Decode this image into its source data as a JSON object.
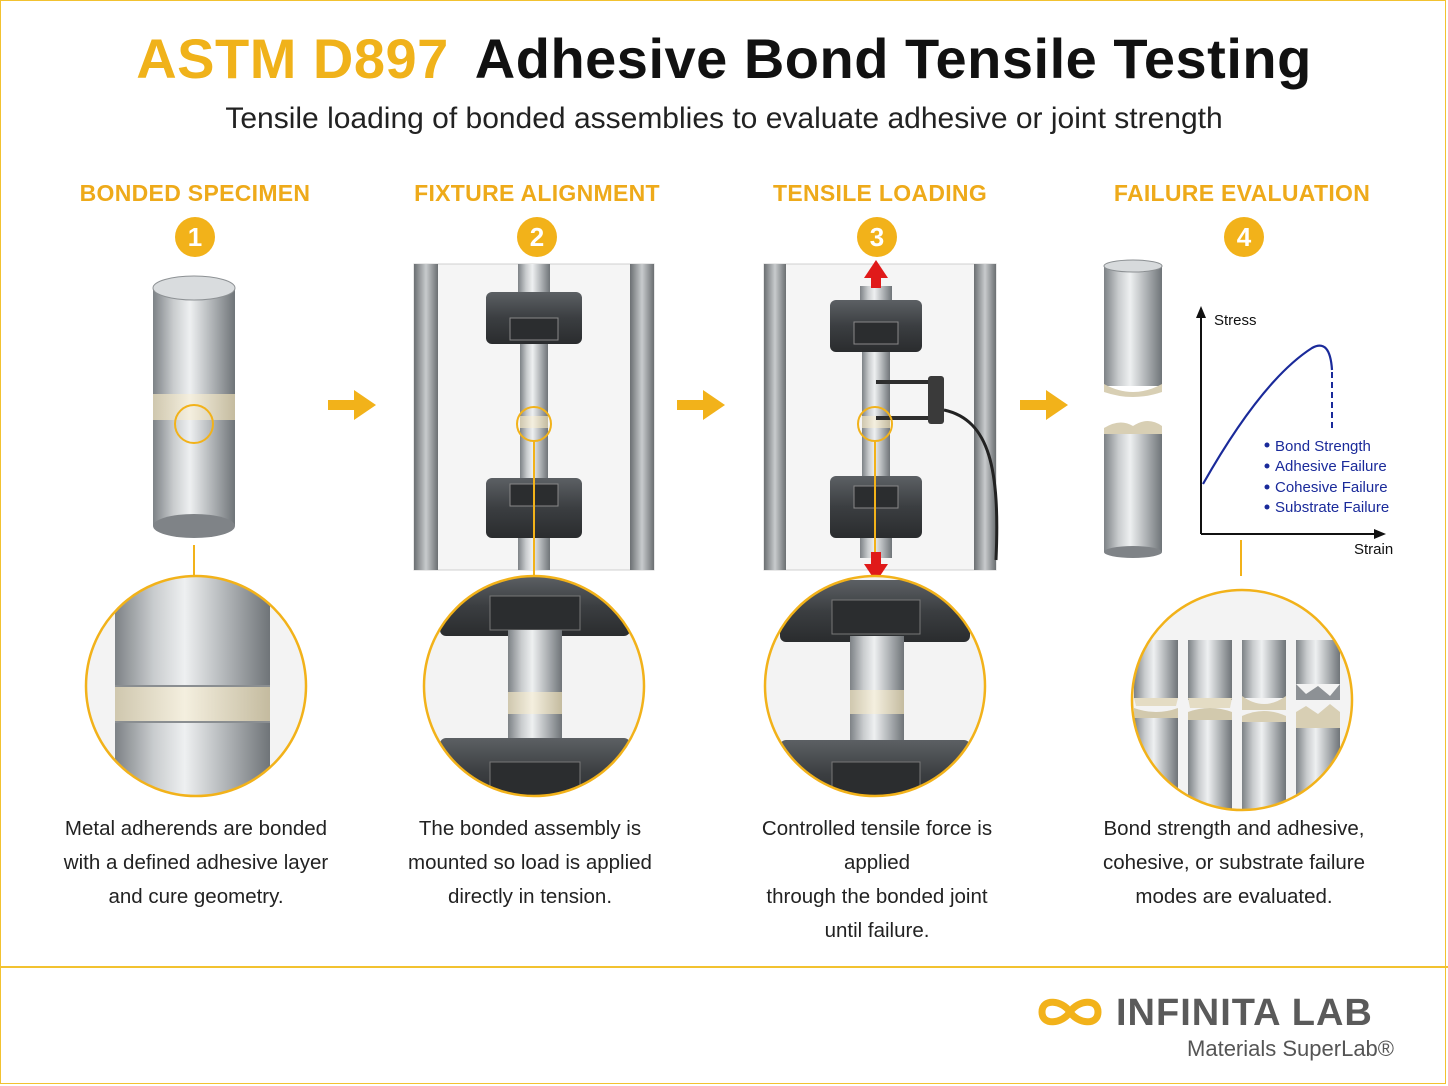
{
  "header": {
    "standard": "ASTM D897",
    "title": "Adhesive Bond Tensile Testing",
    "subtitle": "Tensile loading of bonded assemblies to evaluate adhesive or joint strength"
  },
  "steps": [
    {
      "number": "1",
      "title": "BONDED SPECIMEN",
      "desc_lines": [
        "Metal adherends are bonded",
        "with a defined adhesive layer",
        "and cure geometry."
      ]
    },
    {
      "number": "2",
      "title": "FIXTURE ALIGNMENT",
      "desc_lines": [
        "The bonded assembly is",
        "mounted so load is applied",
        "directly in tension."
      ]
    },
    {
      "number": "3",
      "title": "TENSILE LOADING",
      "desc_lines": [
        "Controlled tensile force is applied",
        "through the bonded joint",
        "until failure."
      ]
    },
    {
      "number": "4",
      "title": "FAILURE EVALUATION",
      "desc_lines": [
        "Bond strength and adhesive,",
        "cohesive, or substrate failure",
        "modes are evaluated."
      ]
    }
  ],
  "graph": {
    "y_label": "Stress",
    "x_label": "Strain",
    "legend": [
      "Bond Strength",
      "Adhesive Failure",
      "Cohesive Failure",
      "Substrate Failure"
    ]
  },
  "brand": {
    "name": "INFINITA LAB",
    "tagline": "Materials SuperLab®",
    "accent_color": "#f2b21a",
    "graph_color": "#1a2a9a",
    "force_arrow_color": "#e01a1a"
  }
}
